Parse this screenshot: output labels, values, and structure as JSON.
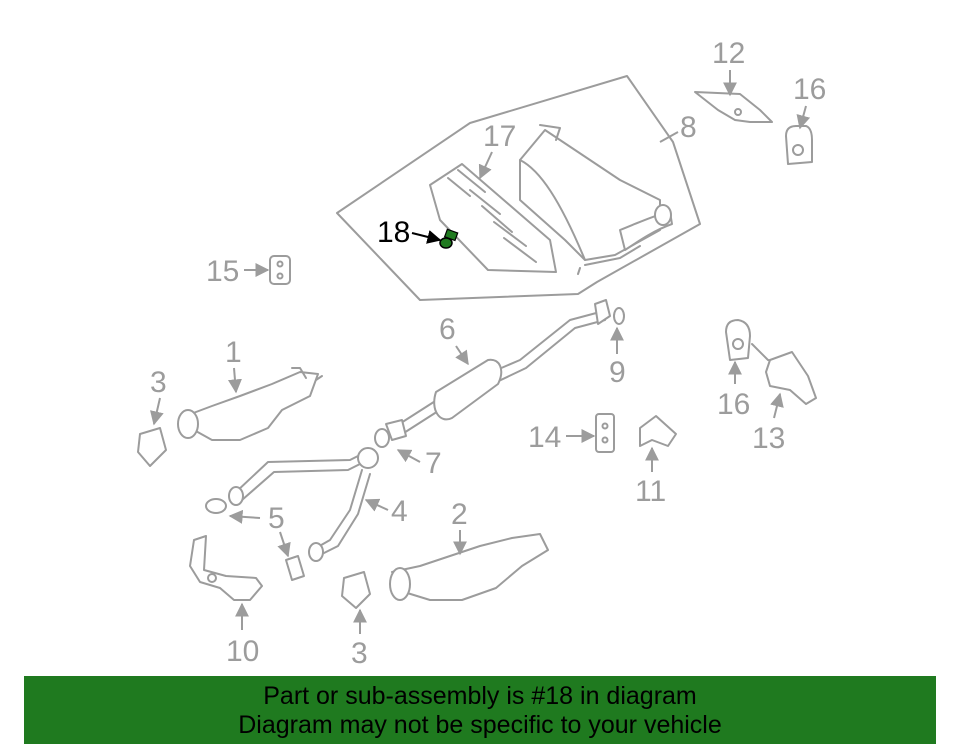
{
  "diagram": {
    "highlight_color": "#1f7a1f",
    "callouts": {
      "c1": "1",
      "c2": "2",
      "c3a": "3",
      "c3b": "3",
      "c4": "4",
      "c5": "5",
      "c6": "6",
      "c7": "7",
      "c8": "8",
      "c9": "9",
      "c10": "10",
      "c11": "11",
      "c12": "12",
      "c13": "13",
      "c14": "14",
      "c15": "15",
      "c16a": "16",
      "c16b": "16",
      "c17": "17",
      "c18": "18"
    }
  },
  "banner": {
    "line1": "Part or sub-assembly is #18 in diagram",
    "line2": "Diagram may not be specific to your vehicle",
    "background": "#1f7a1f"
  }
}
